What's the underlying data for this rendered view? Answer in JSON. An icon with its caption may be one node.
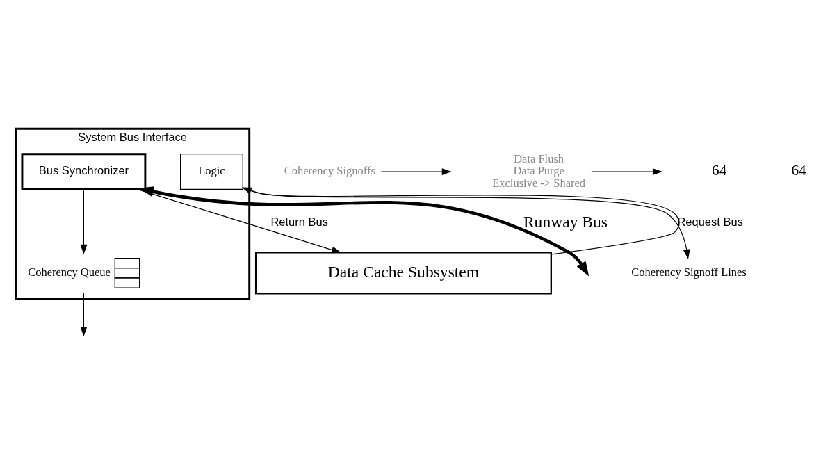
{
  "diagram": {
    "nodes": [
      {
        "text": [
          "System Bus Interface"
        ]
      },
      {
        "text": [
          "Bus Synchronizer"
        ],
        "in": 0
      },
      {
        "text": [
          "Logic"
        ],
        "in": 0
      },
      {
        "text": [
          "Coherency Queue"
        ],
        "in": 0
      },
      {
        "text": [
          "Data Cache Subsystem"
        ]
      },
      {
        "text": [
          "Coherency Signoff Lines"
        ]
      },
      {
        "text": [
          "Coherency Signoffs"
        ]
      },
      {
        "text": [
          "Data Flush",
          "Data Purge",
          "Exclusive -> Shared"
        ]
      }
    ],
    "edges": [
      {
        "from": 1,
        "to": 3,
        "arrow": "to"
      },
      {
        "from": 1,
        "to": 4,
        "arrow": "to",
        "label": "Return Bus"
      },
      {
        "from": 3,
        "to": null,
        "arrow": "to"
      },
      {
        "from": 4,
        "to": 2,
        "arrow": "to",
        "label": "Request Bus"
      },
      {
        "from": 2,
        "to": 5,
        "arrow": "to"
      },
      {
        "from": 1,
        "to": null,
        "arrow": "both",
        "label": "Runway Bus",
        "style": "thick"
      },
      {
        "from": 6,
        "to": null,
        "arrow": "to"
      },
      {
        "from": 7,
        "to": null,
        "arrow": "to"
      }
    ],
    "labels": [
      "64",
      "64"
    ]
  }
}
